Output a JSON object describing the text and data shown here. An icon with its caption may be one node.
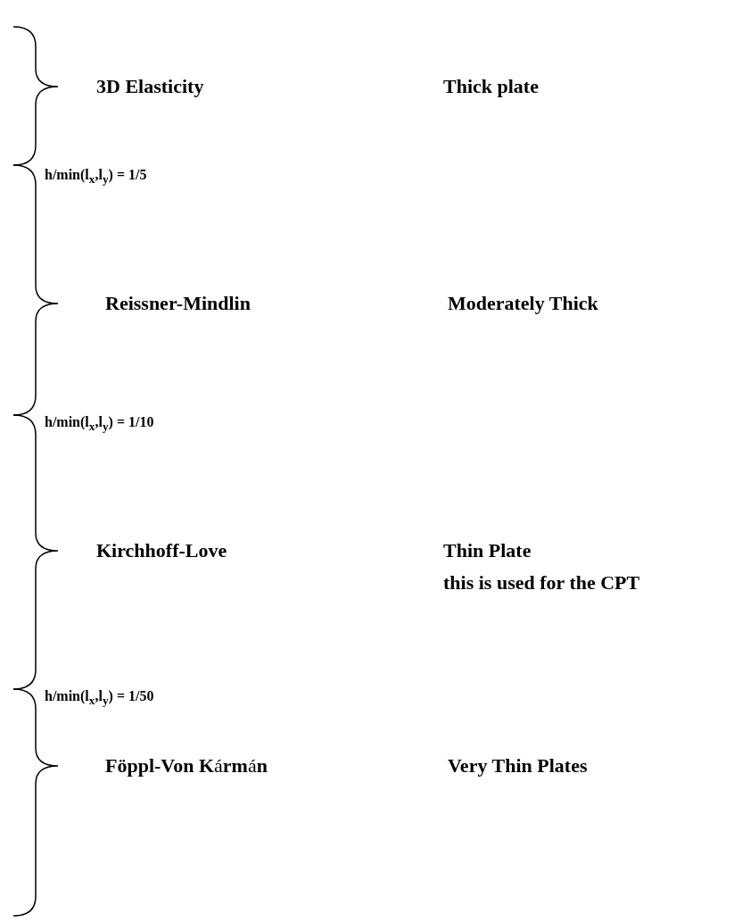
{
  "diagram": {
    "labels": [
      "3D Elasticity",
      "Thick plate",
      "h/min(l$_{x}$,l$_{y}$) = 1/5",
      "Reissner-Mindlin",
      "Moderately Thick",
      "h/min(l$_{x}$,l$_{y}$) = 1/10",
      "Kirchhoff-Love",
      "Thin Plate",
      "this is used for the CPT",
      "h/min(l$_{x}$,l$_{y}$) = 1/50",
      "**Föppl-Von K**á**rm**á**n**",
      "Very Thin Plates"
    ]
  }
}
